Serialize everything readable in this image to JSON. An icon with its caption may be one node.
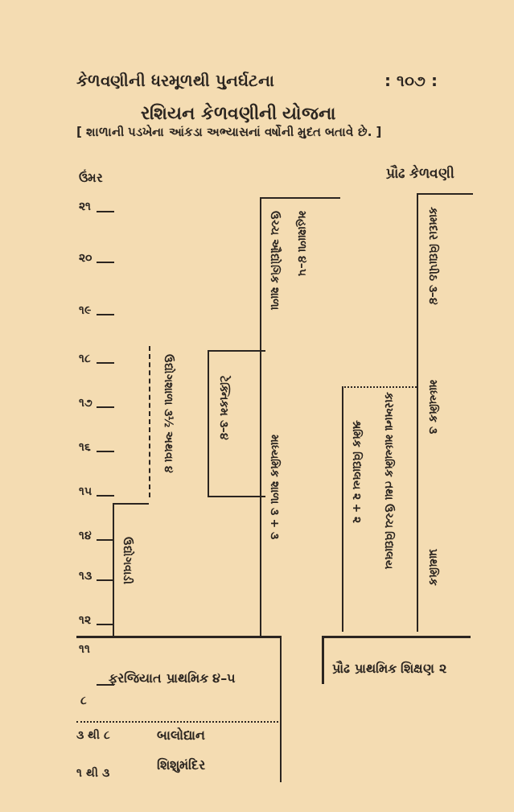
{
  "diagram": {
    "title": "રશિયન કેળવણીની યોજના",
    "caption": "[ શાળાની પડખેના આંકડા અભ્યાસનાં વર્ષોની મુદત બતાવે છે. ]",
    "nodes": [
      {
        "text": [
          "ઉદ્યોગવાડી"
        ]
      },
      {
        "text": [
          "ઉદ્યોગશાળા ૩½ અથવા ૪"
        ]
      },
      {
        "text": [
          "ટેક્નિકમ ૩–૪"
        ]
      },
      {
        "text": [
          "ઉચ્ચ ઔદ્યોગિક શાળા",
          "મહાશાળા ૪–૫"
        ]
      },
      {
        "text": [
          "માધ્યમિક શાળા ૩ + ૩"
        ]
      },
      {
        "text": [
          "શ્રમિક વિદ્યાલય ૨ + ૨",
          "કારખાના માધ્યમિક તથા ઉચ્ચ વિદ્યાલય"
        ]
      },
      {
        "text": [
          "કામદાર વિદ્યાપીઠ ૩–૪",
          "માધ્યમિક ૩",
          "પ્રાથમિક"
        ]
      },
      {
        "text": [
          "ફરજિયાત પ્રાથમિક ૪–૫"
        ]
      },
      {
        "text": [
          "બાલોદ્યાન"
        ]
      },
      {
        "text": [
          "શિશુમંદિર"
        ]
      },
      {
        "text": [
          "પ્રૌઢ પ્રાથમિક શિક્ષણ ૨"
        ]
      }
    ],
    "labels": [
      "કેળવણીની ધરમૂળથી પુનર્ઘટના",
      ": ૧૦૭ :",
      "ઉંમર",
      "પ્રૌઢ કેળવણી",
      "૨૧",
      "૨૦",
      "૧૯",
      "૧૮",
      "૧૭",
      "૧૬",
      "૧૫",
      "૧૪",
      "૧૩",
      "૧૨",
      "૧૧",
      "૮",
      "૩ થી ૮",
      "૧ થી ૩"
    ]
  }
}
